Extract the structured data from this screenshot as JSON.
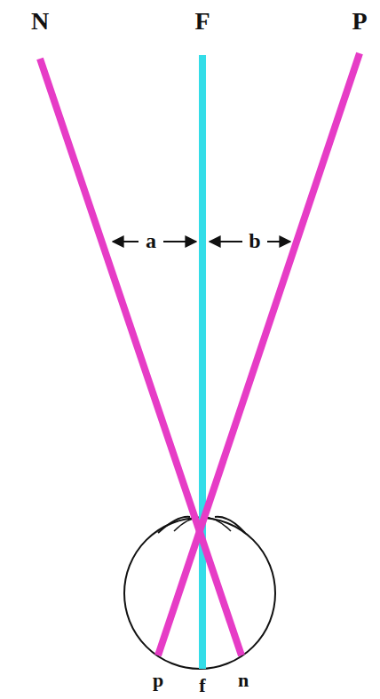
{
  "diagram": {
    "labels": [
      "N",
      "F",
      "P",
      "a",
      "b",
      "p",
      "f",
      "n"
    ]
  }
}
